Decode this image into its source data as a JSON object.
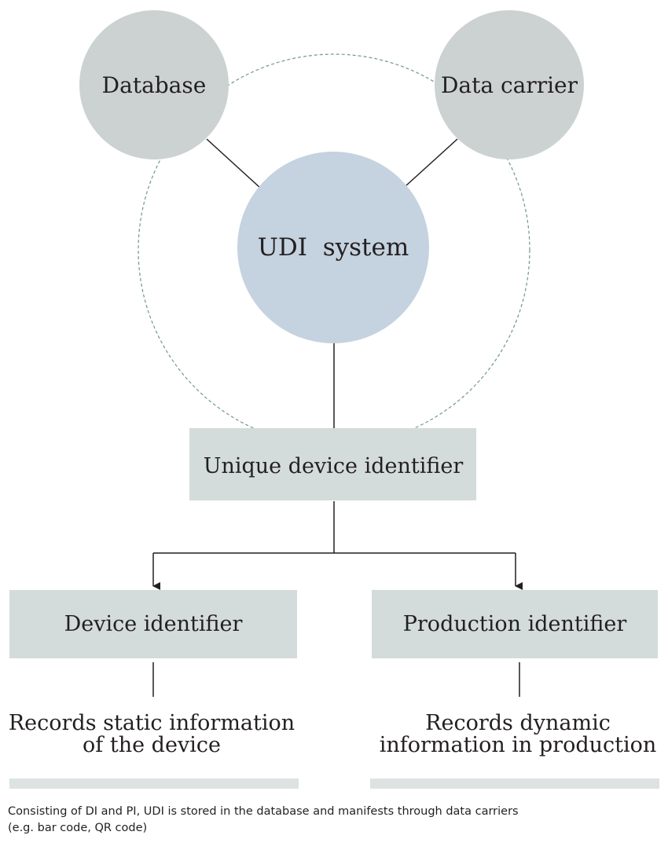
{
  "nodes": {
    "database": "Database",
    "data_carrier": "Data carrier",
    "udi_system": "UDI  system",
    "unique_device_identifier": "Unique device identifier",
    "device_identifier": "Device identifier",
    "production_identifier": "Production identifier"
  },
  "descriptions": {
    "device_identifier": [
      "Records static information",
      "of the device"
    ],
    "production_identifier": [
      "Records dynamic",
      "information in production"
    ]
  },
  "caption": {
    "line1": "Consisting of DI and PI, UDI is stored in the database and manifests through data carriers",
    "line2": "(e.g. bar code, QR code)"
  },
  "colors": {
    "grey_circle": "#ccd2d2",
    "blue_circle": "#c5d2df",
    "box": "#d4dbdb",
    "bar": "#dde2e2",
    "dashed_orbit": "#6f9a8c",
    "line": "#231f20"
  }
}
